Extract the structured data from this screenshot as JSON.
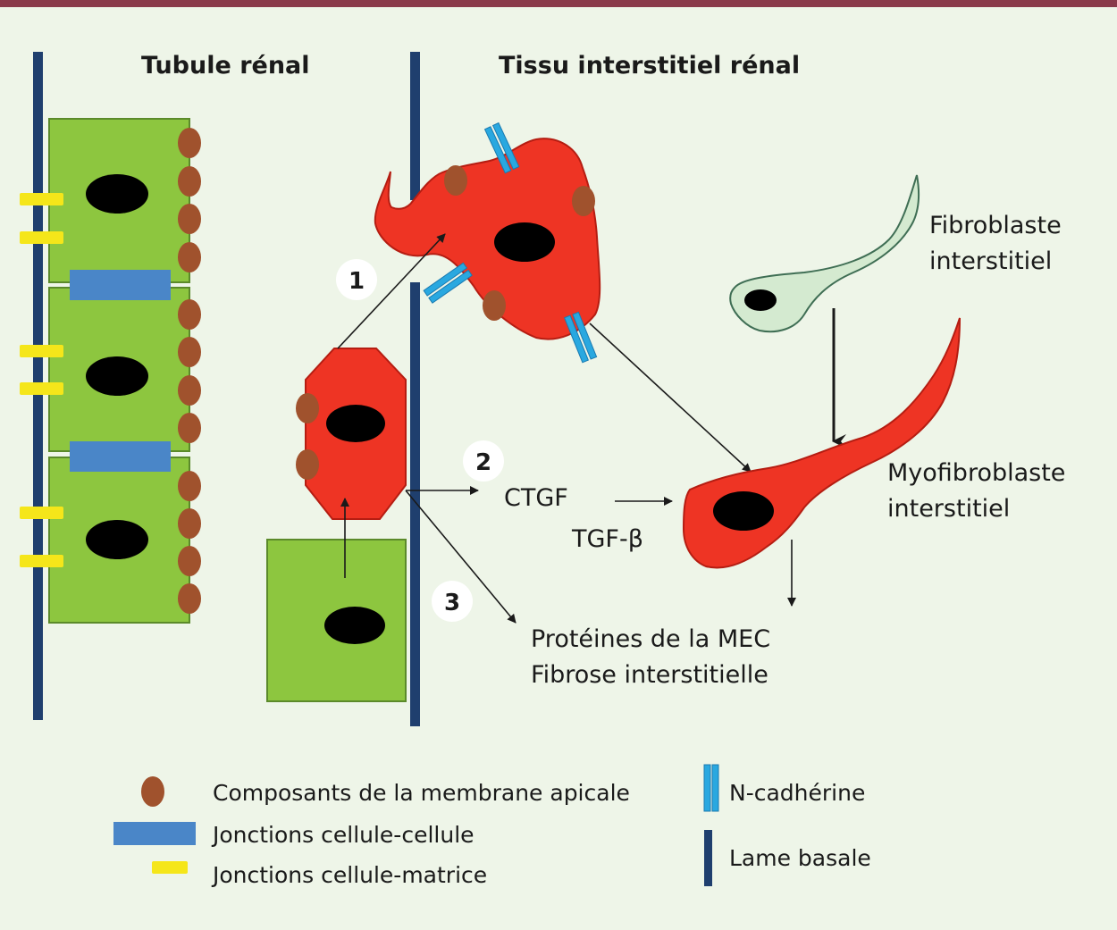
{
  "titles": {
    "tubule": "Tubule rénal",
    "interstitial": "Tissu interstitiel rénal"
  },
  "labels": {
    "fibroblast_line1": "Fibroblaste",
    "fibroblast_line2": "interstitiel",
    "myofibroblast_line1": "Myofibroblaste",
    "myofibroblast_line2": "interstitiel",
    "ctgf": "CTGF",
    "tgf": "TGF-β",
    "mec_line1": "Protéines de la MEC",
    "mec_line2": "Fibrose interstitielle"
  },
  "steps": [
    "1",
    "2",
    "3"
  ],
  "legend": {
    "apical": "Composants de la membrane apicale",
    "cell_cell": "Jonctions cellule-cellule",
    "cell_matrix": "Jonctions cellule-matrice",
    "ncadherin": "N-cadhérine",
    "basal": "Lame basale"
  },
  "colors": {
    "epithelial_cell": "#8dc63f",
    "transforming_cell": "#ee3424",
    "apical_component": "#a0522d",
    "cell_cell_junction": "#4a86c8",
    "cell_matrix_junction": "#f5e61a",
    "ncadherin": "#29a8e0",
    "basal_lamina": "#1f3f6e",
    "fibroblast": "#d4ead0",
    "nucleus": "#000000"
  }
}
